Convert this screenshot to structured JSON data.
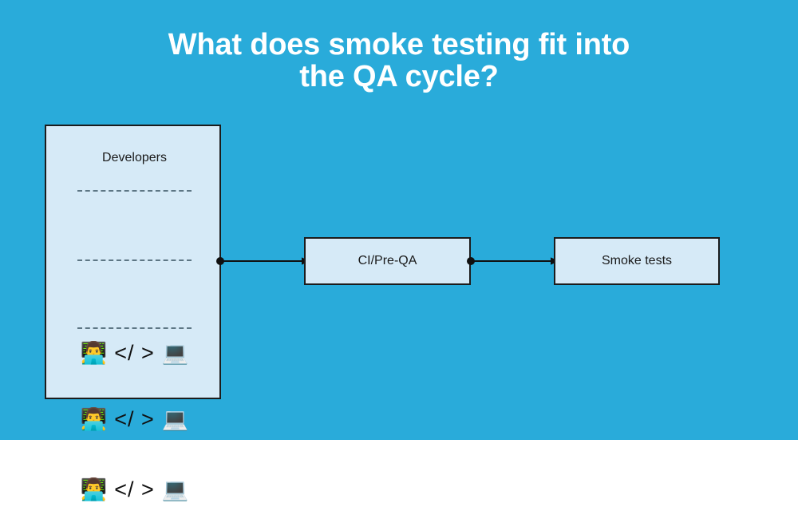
{
  "page": {
    "title_line1": "What does smoke testing fit into",
    "title_line2": "the QA cycle?",
    "title_full": "What does smoke testing fit into\nthe QA cycle?",
    "background_color": "#29abda",
    "box_fill_color": "#d6eaf7",
    "box_border_color": "#1c1c1c",
    "title_color": "#ffffff",
    "text_color": "#1a1a1a"
  },
  "diagram": {
    "type": "flowchart",
    "developers": {
      "label": "Developers",
      "rows": [
        {
          "person_icon": "technologist-emoji",
          "person_glyph": "👨‍💻",
          "code_text": "</ >",
          "laptop_icon": "laptop-emoji",
          "laptop_glyph": "💻"
        },
        {
          "person_icon": "technologist-emoji",
          "person_glyph": "👨‍💻",
          "code_text": "</ >",
          "laptop_icon": "laptop-emoji",
          "laptop_glyph": "💻"
        },
        {
          "person_icon": "technologist-emoji",
          "person_glyph": "👨‍💻",
          "code_text": "</ >",
          "laptop_icon": "laptop-emoji",
          "laptop_glyph": "💻"
        }
      ]
    },
    "nodes": [
      {
        "id": "ci",
        "label": "CI/Pre-QA"
      },
      {
        "id": "smoke",
        "label": "Smoke tests"
      }
    ],
    "edges": [
      {
        "from": "Developers",
        "to": "CI/Pre-QA",
        "style": "dot-to-arrow"
      },
      {
        "from": "CI/Pre-QA",
        "to": "Smoke tests",
        "style": "dot-to-arrow"
      }
    ]
  }
}
